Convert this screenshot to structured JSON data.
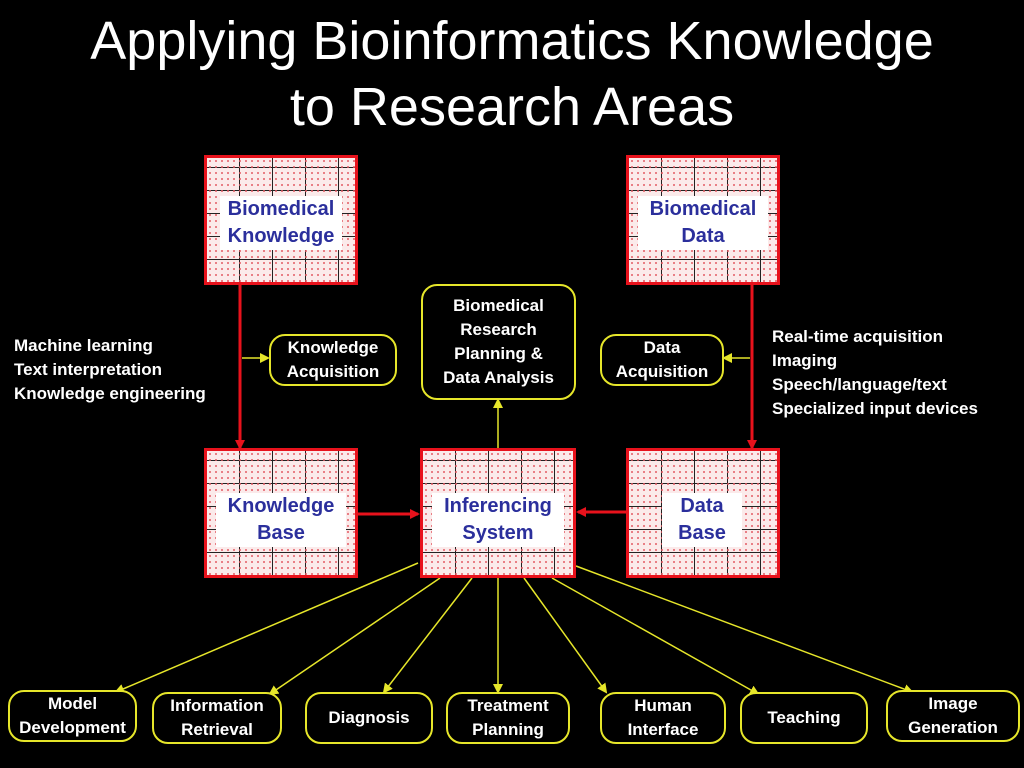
{
  "title": {
    "line1": "Applying Bioinformatics Knowledge",
    "line2": "to Research Areas"
  },
  "sources": {
    "biomedical_knowledge": {
      "line1": "Biomedical",
      "line2": "Knowledge"
    },
    "biomedical_data": {
      "line1": "Biomedical",
      "line2": "Data"
    }
  },
  "stores": {
    "knowledge_base": {
      "line1": "Knowledge",
      "line2": "Base"
    },
    "inferencing_system": {
      "line1": "Inferencing",
      "line2": "System"
    },
    "data_base": {
      "line1": "Data",
      "line2": "Base"
    }
  },
  "processes": {
    "knowledge_acquisition": {
      "line1": "Knowledge",
      "line2": "Acquisition"
    },
    "data_acquisition": {
      "line1": "Data",
      "line2": "Acquisition"
    },
    "research_planning": {
      "line1": "Biomedical",
      "line2": "Research",
      "line3": "Planning &",
      "line4": "Data Analysis"
    }
  },
  "notes": {
    "left": [
      "Machine learning",
      "Text interpretation",
      "Knowledge engineering"
    ],
    "right": [
      "Real-time acquisition",
      "Imaging",
      "Speech/language/text",
      "Specialized input devices"
    ]
  },
  "applications": [
    {
      "line1": "Model",
      "line2": "Development"
    },
    {
      "line1": "Information",
      "line2": "Retrieval"
    },
    {
      "line1": "Diagnosis",
      "line2": ""
    },
    {
      "line1": "Treatment",
      "line2": "Planning"
    },
    {
      "line1": "Human",
      "line2": "Interface"
    },
    {
      "line1": "Teaching",
      "line2": ""
    },
    {
      "line1": "Image",
      "line2": "Generation"
    }
  ],
  "colors": {
    "red_border": "#e8121c",
    "yellow_border": "#e6e62a",
    "label_blue": "#2b2f9c",
    "background": "#000000"
  }
}
